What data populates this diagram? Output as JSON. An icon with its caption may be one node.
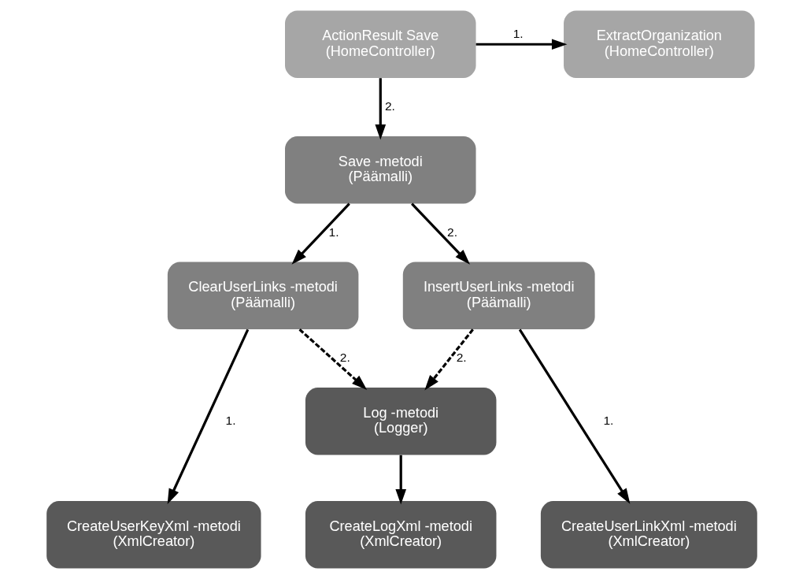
{
  "diagram": {
    "nodes": [
      {
        "text": [
          "ActionResult Save",
          "(HomeController)"
        ]
      },
      {
        "text": [
          "ExtractOrganization",
          "(HomeController)"
        ]
      },
      {
        "text": [
          "Save -metodi",
          "(Päämalli)"
        ]
      },
      {
        "text": [
          "ClearUserLinks -metodi",
          "(Päämalli)"
        ]
      },
      {
        "text": [
          "InsertUserLinks -metodi",
          "(Päämalli)"
        ]
      },
      {
        "text": [
          "Log -metodi",
          "(Logger)"
        ]
      },
      {
        "text": [
          "CreateUserKeyXml -metodi",
          "(XmlCreator)"
        ]
      },
      {
        "text": [
          "CreateLogXml -metodi",
          "(XmlCreator)"
        ]
      },
      {
        "text": [
          "CreateUserLinkXml -metodi",
          "(XmlCreator)"
        ]
      }
    ],
    "edges": [
      {
        "from": 0,
        "to": 1,
        "arrow": "to",
        "label": "1."
      },
      {
        "from": 0,
        "to": 2,
        "arrow": "to",
        "label": "2."
      },
      {
        "from": 2,
        "to": 3,
        "arrow": "to",
        "label": "1."
      },
      {
        "from": 2,
        "to": 4,
        "arrow": "to",
        "label": "2."
      },
      {
        "from": 3,
        "to": 6,
        "arrow": "to",
        "label": "1."
      },
      {
        "from": 3,
        "to": 5,
        "arrow": "to",
        "label": "2.",
        "style": "dashed"
      },
      {
        "from": 4,
        "to": 8,
        "arrow": "to",
        "label": "1."
      },
      {
        "from": 4,
        "to": 5,
        "arrow": "to",
        "label": "2.",
        "style": "dashed"
      },
      {
        "from": 5,
        "to": 7,
        "arrow": "to"
      }
    ]
  }
}
